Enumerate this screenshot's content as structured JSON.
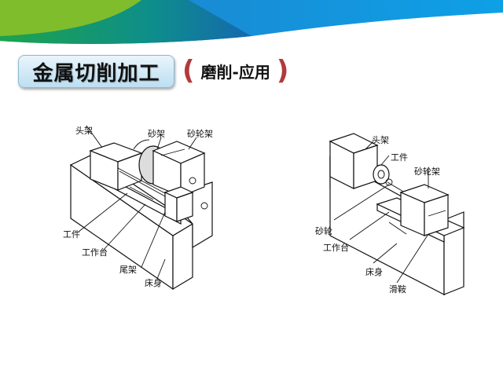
{
  "header": {
    "title": "金属切削加工",
    "subtitle": "磨削-应用",
    "bracket_open": "(",
    "bracket_close": ")",
    "colors": {
      "green": "#7dbb2a",
      "teal": "#0f9a7a",
      "blue": "#1a8fd6",
      "title_box": "#cfe8f6",
      "bracket": "#b23a3a"
    }
  },
  "diagrams": [
    {
      "name": "external-cylindrical-grinder",
      "labels": {
        "headstock": "头架",
        "grinding_wheel": "砂架",
        "wheel_head": "砂轮架",
        "workpiece": "工件",
        "worktable": "工作台",
        "tailstock": "尾架",
        "bed": "床身"
      }
    },
    {
      "name": "internal-grinder",
      "labels": {
        "headstock": "头架",
        "workpiece": "工件",
        "wheel_head": "砂轮架",
        "grinding_wheel": "砂轮",
        "worktable": "工作台",
        "bed": "床身",
        "slide": "滑鞍"
      }
    }
  ]
}
